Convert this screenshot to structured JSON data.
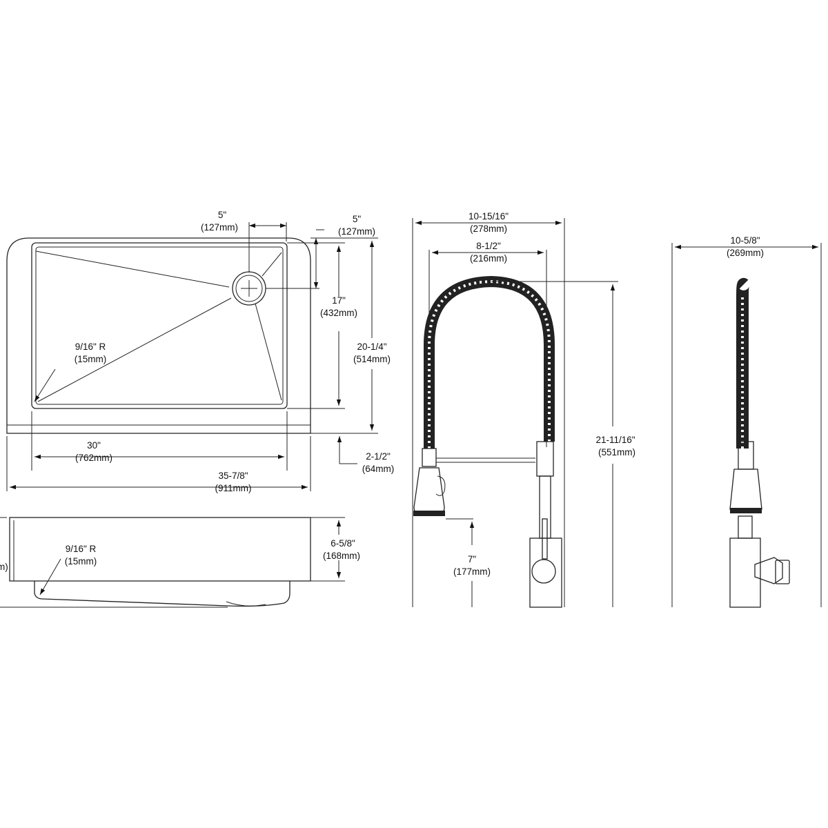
{
  "sink_top_view": {
    "offset_dim": {
      "inch": "5\"",
      "mm": "(127mm)"
    },
    "drain_offset_dim": {
      "inch": "5\"",
      "mm": "(127mm)"
    },
    "bowl_depth_dim": {
      "inch": "17\"",
      "mm": "(432mm)"
    },
    "overall_depth_dim": {
      "inch": "20-1/4\"",
      "mm": "(514mm)"
    },
    "corner_radius_dim": {
      "inch": "9/16\" R",
      "mm": "(15mm)"
    },
    "bowl_width_dim": {
      "inch": "30\"",
      "mm": "(762mm)"
    },
    "overall_width_dim": {
      "inch": "35-7/8\"",
      "mm": "(911mm)"
    },
    "apron_dim": {
      "inch": "2-1/2\"",
      "mm": "(64mm)"
    }
  },
  "sink_front_view": {
    "height_dim": {
      "inch": "6-5/8\"",
      "mm": "(168mm)"
    },
    "corner_radius_dim": {
      "inch": "9/16\" R",
      "mm": "(15mm)"
    },
    "left_cut_mm": "m)"
  },
  "faucet_front_view": {
    "reach_dim": {
      "inch": "10-15/16\"",
      "mm": "(278mm)"
    },
    "spout_dim": {
      "inch": "8-1/2\"",
      "mm": "(216mm)"
    },
    "height_dim": {
      "inch": "21-11/16\"",
      "mm": "(551mm)"
    },
    "sprayer_height_dim": {
      "inch": "7\"",
      "mm": "(177mm)"
    }
  },
  "faucet_side_view": {
    "depth_dim": {
      "inch": "10-5/8\"",
      "mm": "(269mm)"
    }
  }
}
